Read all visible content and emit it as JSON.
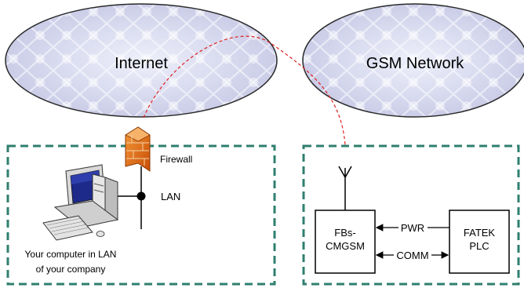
{
  "clouds": {
    "internet": {
      "label": "Internet"
    },
    "gsm": {
      "label": "GSM Network"
    }
  },
  "firewall": {
    "label": "Firewall"
  },
  "lan": {
    "label": "LAN"
  },
  "computer": {
    "caption_line1": "Your computer in LAN",
    "caption_line2": "of your company"
  },
  "fbs_box": {
    "line1": "FBs-",
    "line2": "CMGSM"
  },
  "plc_box": {
    "line1": "FATEK",
    "line2": "PLC"
  },
  "links": {
    "pwr": "PWR",
    "comm": "COMM"
  },
  "colors": {
    "cloud_fill": "#c9c9e8",
    "cloud_stroke": "#2a2a2a",
    "zone_border": "#2f7f6f",
    "connection_dash": "#e02020",
    "firewall": "#e86a10"
  }
}
